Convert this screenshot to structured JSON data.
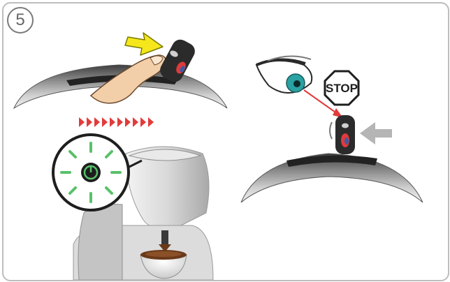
{
  "step": {
    "number": "5"
  },
  "stop_sign": {
    "label": "STOP"
  },
  "colors": {
    "frame_border": "#bdbdbd",
    "shell_dark": "#4a4a4a",
    "shell_light": "#d8d8d8",
    "arrow_yellow": "#f5e71c",
    "arrow_yellow_outline": "#7a7a00",
    "chevron_red": "#e23b3b",
    "power_glow_green": "#58c16a",
    "lever_dark": "#2b2b2b",
    "lever_red": "#e03a3a",
    "lever_blue": "#3b5aa8",
    "eye_teal": "#2aa1a3",
    "gray_arrow": "#b5b5b5",
    "coffee_brown": "#6b3a1a",
    "skin": "#f2cfa9"
  },
  "icons": [
    "yellow-push-arrow",
    "red-direction-chevrons",
    "power-indicator-icon",
    "eye-icon",
    "stop-sign-icon",
    "gray-pointer-arrow",
    "cup-icon"
  ]
}
